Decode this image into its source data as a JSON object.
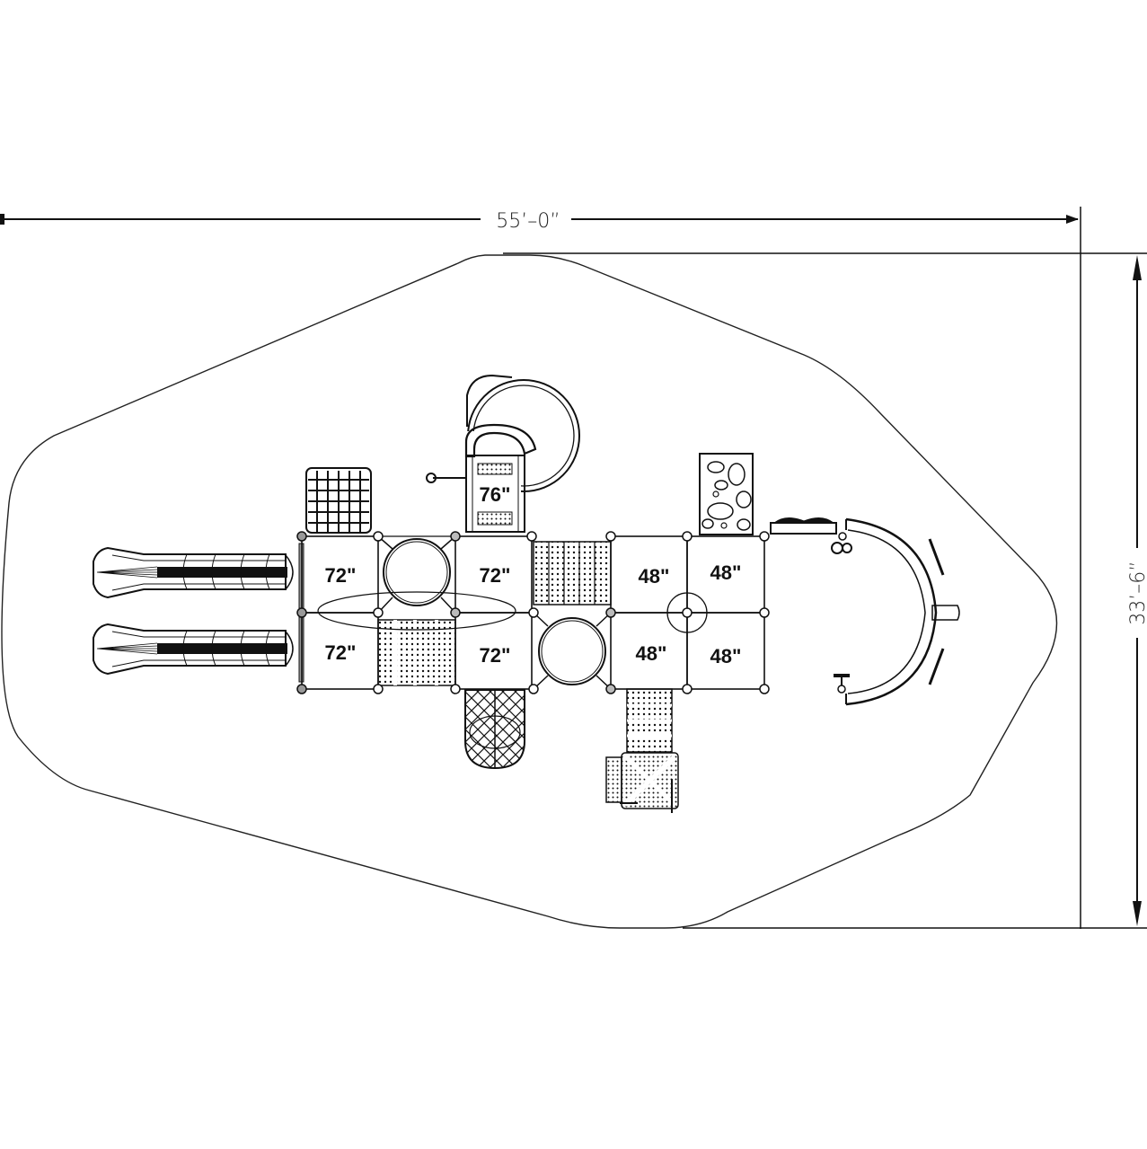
{
  "drawing": {
    "type": "playground-site-plan",
    "colors": {
      "line": "#111111",
      "background": "#ffffff",
      "post": "#888888"
    },
    "dimensions": {
      "width_label": "55’–0”",
      "height_label": "33’–6”"
    },
    "decks": [
      {
        "id": "deck-1",
        "height": "72ʺ"
      },
      {
        "id": "deck-2",
        "height": "72ʺ"
      },
      {
        "id": "deck-3",
        "height": "72ʺ"
      },
      {
        "id": "deck-4",
        "height": "72ʺ"
      },
      {
        "id": "tower",
        "height": "76ʺ"
      },
      {
        "id": "deck-5",
        "height": "48ʺ"
      },
      {
        "id": "deck-6",
        "height": "48ʺ"
      },
      {
        "id": "deck-7",
        "height": "48ʺ"
      },
      {
        "id": "deck-8",
        "height": "48ʺ"
      }
    ],
    "components": [
      "double-wave-slide-top",
      "double-wave-slide-bottom",
      "climbing-net-panel",
      "spiral-slide",
      "rock-climbing-wall",
      "tube-crawl-1",
      "tube-crawl-2",
      "perforated-bridge-1",
      "perforated-bridge-2",
      "mesh-tunnel-climber",
      "step-ladder",
      "landing-platform",
      "curved-arch-climber",
      "steering-wheel",
      "binoculars",
      "overhead-ring-ladder"
    ]
  }
}
